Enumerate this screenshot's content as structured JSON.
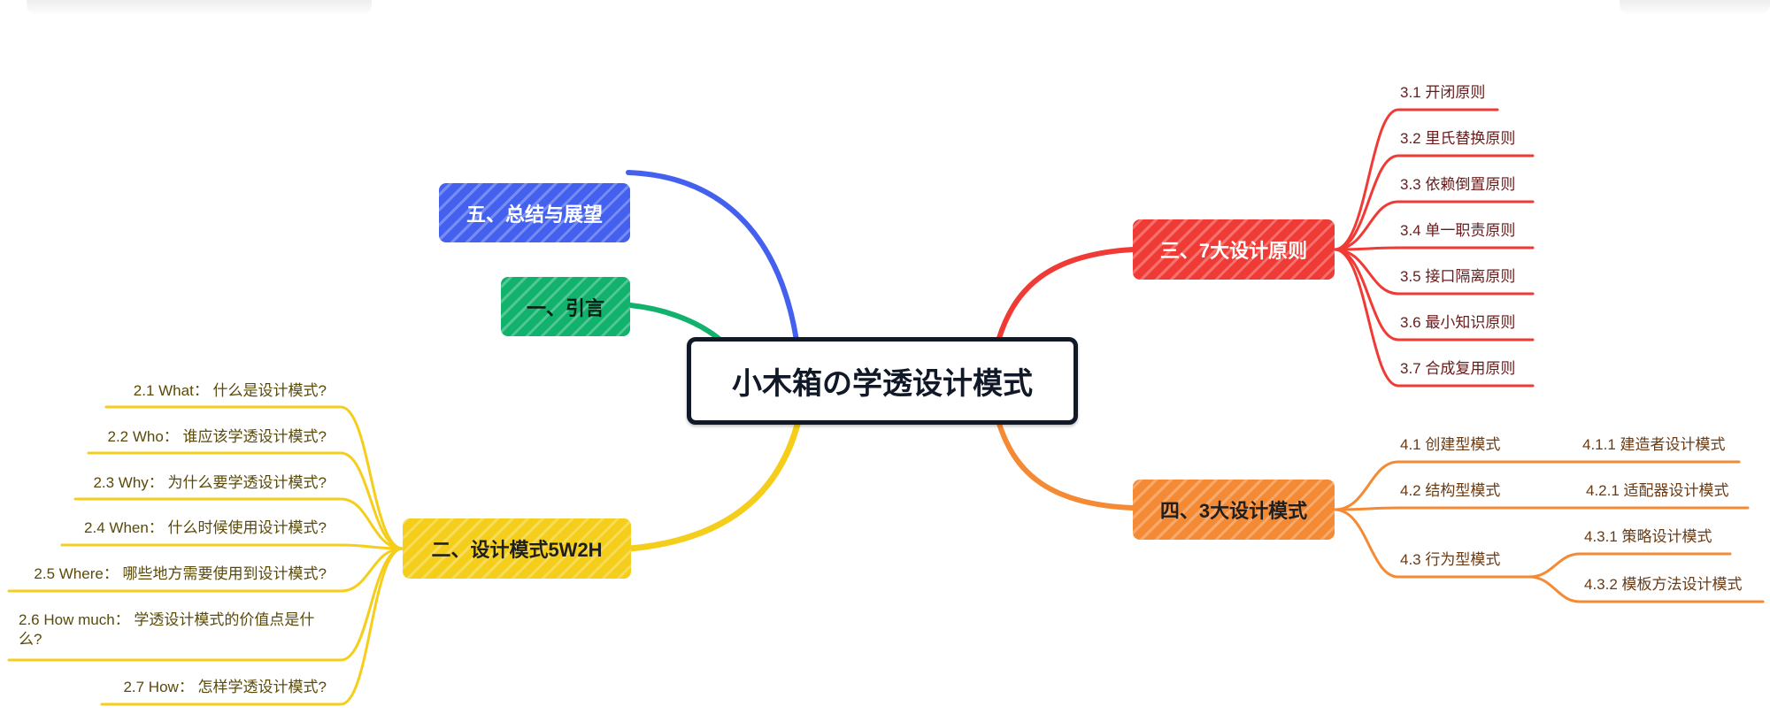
{
  "colors": {
    "central_border": "#111827",
    "blue": "#4361ee",
    "green": "#10b26c",
    "red": "#f03a35",
    "orange": "#f58a35",
    "yellow": "#f4ce1b"
  },
  "central": {
    "title": "小木箱の学透设计模式"
  },
  "branches": {
    "summary": {
      "label": "五、总结与展望"
    },
    "intro": {
      "label": "一、引言"
    },
    "w2h": {
      "label": "二、设计模式5W2H",
      "items": [
        "2.1 What： 什么是设计模式?",
        "2.2 Who： 谁应该学透设计模式?",
        "2.3 Why： 为什么要学透设计模式?",
        "2.4 When： 什么时候使用设计模式?",
        "2.5 Where： 哪些地方需要使用到设计模式?",
        "2.6 How much： 学透设计模式的价值点是什么?",
        "2.7 How： 怎样学透设计模式?"
      ]
    },
    "principles": {
      "label": "三、7大设计原则",
      "items": [
        "3.1 开闭原则",
        "3.2 里氏替换原则",
        "3.3 依赖倒置原则",
        "3.4 单一职责原则",
        "3.5 接口隔离原则",
        "3.6 最小知识原则",
        "3.7 合成复用原则"
      ]
    },
    "patterns": {
      "label": "四、3大设计模式",
      "items": [
        {
          "label": "4.1 创建型模式",
          "children": [
            "4.1.1 建造者设计模式"
          ]
        },
        {
          "label": "4.2 结构型模式",
          "children": [
            "4.2.1 适配器设计模式"
          ]
        },
        {
          "label": "4.3 行为型模式",
          "children": [
            "4.3.1 策略设计模式",
            "4.3.2 模板方法设计模式"
          ]
        }
      ]
    }
  }
}
